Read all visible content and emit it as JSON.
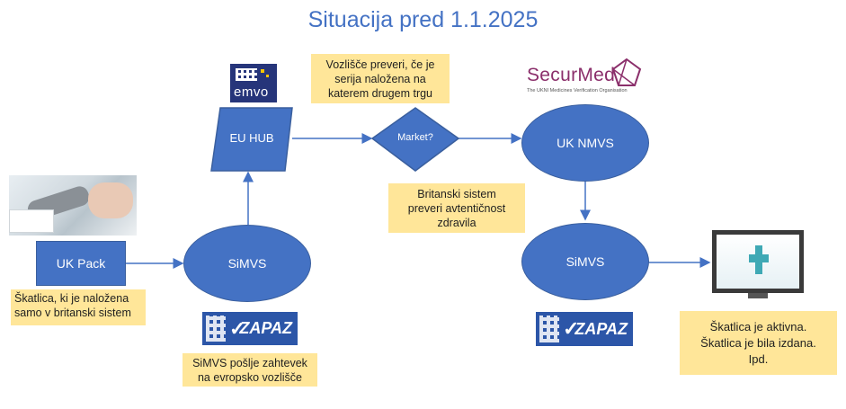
{
  "title": "Situacija pred 1.1.2025",
  "nodes": {
    "uk_pack": "UK Pack",
    "simvs_left": "SiMVS",
    "eu_hub": "EU HUB",
    "market": "Market?",
    "uk_nmvs": "UK NMVS",
    "simvs_right": "SiMVS"
  },
  "notes": {
    "uk_pack_note": [
      "Škatlica, ki je naložena",
      "samo v britanski sistem"
    ],
    "simvs_note": [
      "SiMVS pošlje zahtevek",
      "na evropsko vozlišče"
    ],
    "hub_note": [
      "Vozlišče preveri, če je",
      "serija naložena na",
      "katerem drugem trgu"
    ],
    "uk_note": [
      "Britanski sistem",
      "preveri avtentičnost",
      "zdravila"
    ],
    "result_note": [
      "Škatlica je aktivna.",
      "Škatlica je bila izdana.",
      "Ipd."
    ]
  },
  "logos": {
    "emvo": "emvo",
    "securmed": "SecurMed",
    "securmed_sub": "The UKNI Medicines Verification Organisation",
    "zapaz_left": "ZAPAZ",
    "zapaz_right": "ZAPAZ"
  },
  "colors": {
    "node_blue": "#4472c4",
    "note_yellow": "#ffe699",
    "title_blue": "#4472c4",
    "securmed_purple": "#8b2f6b"
  }
}
